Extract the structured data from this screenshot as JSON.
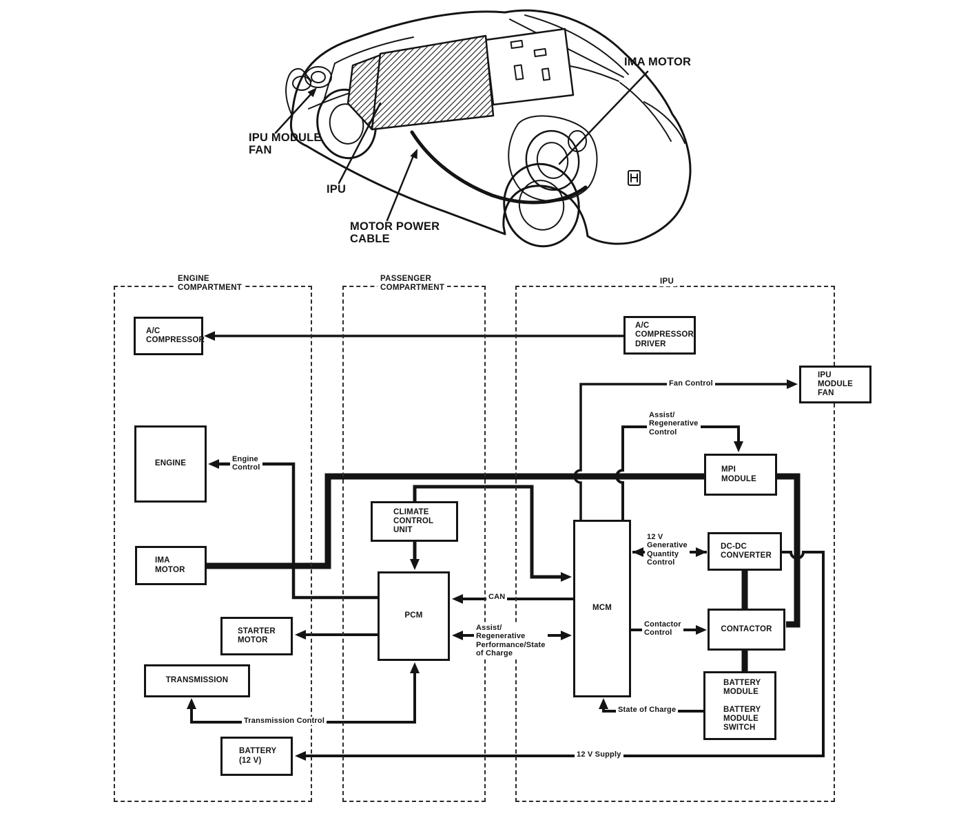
{
  "illustration": {
    "labels": {
      "ima_motor": "IMA MOTOR",
      "ipu_module_fan": "IPU MODULE\nFAN",
      "ipu": "IPU",
      "motor_power_cable": "MOTOR POWER\nCABLE"
    }
  },
  "diagram": {
    "compartments": {
      "engine": "ENGINE\nCOMPARTMENT",
      "passenger": "PASSENGER\nCOMPARTMENT",
      "ipu": "IPU"
    },
    "boxes": {
      "ac_compressor": "A/C\nCOMPRESSOR",
      "engine": "ENGINE",
      "ima_motor": "IMA\nMOTOR",
      "starter_motor": "STARTER\nMOTOR",
      "transmission": "TRANSMISSION",
      "battery_12v": "BATTERY\n(12 V)",
      "climate_control_unit": "CLIMATE\nCONTROL\nUNIT",
      "pcm": "PCM",
      "mcm": "MCM",
      "ac_compressor_driver": "A/C\nCOMPRESSOR\nDRIVER",
      "ipu_module_fan": "IPU\nMODULE\nFAN",
      "mpi_module": "MPI\nMODULE",
      "dcdc_converter": "DC-DC\nCONVERTER",
      "contactor": "CONTACTOR",
      "battery_module": "BATTERY\nMODULE\n\nBATTERY\nMODULE\nSWITCH"
    },
    "connections": {
      "engine_control": "Engine\nControl",
      "fan_control": "Fan Control",
      "assist_regenerative_control": "Assist/\nRegenerative\nControl",
      "gen_quantity_control": "12 V\nGenerative\nQuantity\nControl",
      "can": "CAN",
      "assist_regen_performance": "Assist/\nRegenerative\nPerformance/State\nof Charge",
      "contactor_control": "Contactor\nControl",
      "state_of_charge": "State of Charge",
      "transmission_control": "Transmission Control",
      "supply_12v": "12 V Supply"
    }
  },
  "colors": {
    "ink": "#141414",
    "paper": "#ffffff"
  }
}
